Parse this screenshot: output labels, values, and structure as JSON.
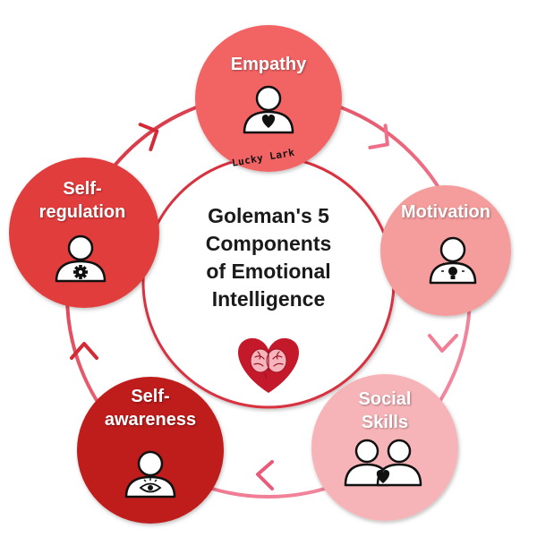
{
  "title": "Goleman's 5\nComponents\nof Emotional\nIntelligence",
  "watermark": "Lucky Lark",
  "components": [
    {
      "label": "Empathy",
      "icon": "person-heart-icon",
      "color": "#f26363"
    },
    {
      "label": "Motivation",
      "icon": "person-lightbulb-icon",
      "color": "#f59c9c"
    },
    {
      "label": "Social\nSkills",
      "icon": "two-people-heart-icon",
      "color": "#f7b4b8"
    },
    {
      "label": "Self-\nawareness",
      "icon": "person-eye-icon",
      "color": "#bf1d1d"
    },
    {
      "label": "Self-\nregulation",
      "icon": "person-gear-icon",
      "color": "#e23c3c"
    }
  ],
  "center_icon": "heart-brain-icon",
  "colors": {
    "ring_red": "#d42a35",
    "ring_pink": "#f0809a",
    "center_border": "#d83040",
    "heart": "#c4182b",
    "brain": "#f5b5bd"
  }
}
